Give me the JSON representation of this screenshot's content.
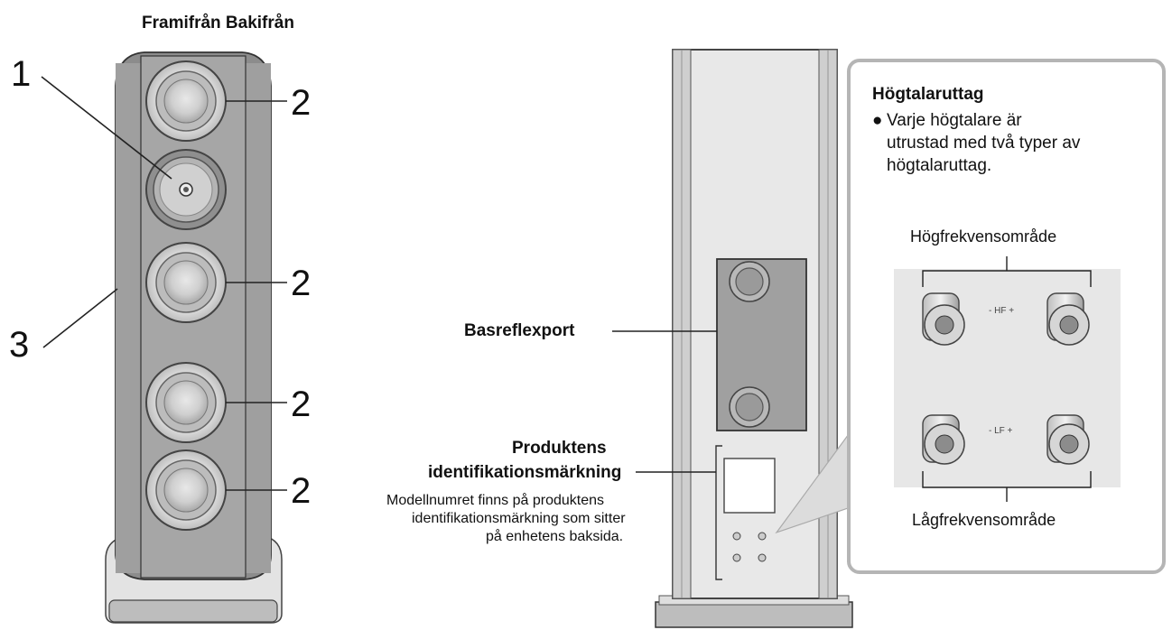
{
  "header": {
    "views": "Framifrån Bakifrån"
  },
  "front_view": {
    "callouts": {
      "one": "1",
      "two_a": "2",
      "two_b": "2",
      "two_c": "2",
      "two_d": "2",
      "three": "3"
    }
  },
  "rear_view": {
    "bass_reflex_label": "Basreflexport",
    "product_id_label_line1": "Produktens",
    "product_id_label_line2": "identifikationsmärkning",
    "product_id_note_line1": "Modellnumret finns på produktens",
    "product_id_note_line2": "identifikationsmärkning som sitter",
    "product_id_note_line3": "på enhetens baksida."
  },
  "terminal_callout": {
    "title": "Högtalaruttag",
    "bullet": "●",
    "body_line1": "Varje högtalare är",
    "body_line2": "utrustad med två typer av",
    "body_line3": "högtalaruttag.",
    "high_range_label": "Högfrekvensområde",
    "low_range_label": "Lågfrekvensområde",
    "hf_marking": "- HF +",
    "lf_marking": "- LF +"
  },
  "colors": {
    "body_dark": "#8a8a8a",
    "body_mid": "#a3a3a3",
    "body_light": "#d9d9d9",
    "panel_bg": "#e6e6e6",
    "outline": "#333333"
  }
}
